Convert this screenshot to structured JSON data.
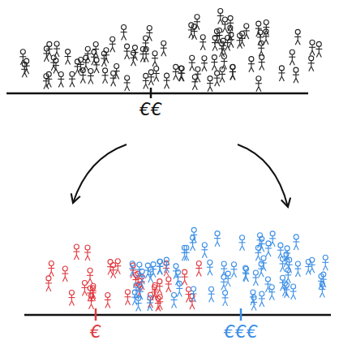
{
  "diagram": {
    "labels": [
      "€€",
      "€",
      "€€€"
    ]
  }
}
